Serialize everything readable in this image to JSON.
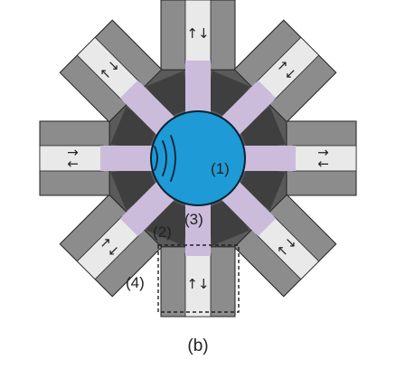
{
  "labels": {
    "center": "(1)",
    "junction": "(2)",
    "waveguide": "(3)",
    "port": "(4)",
    "caption": "(b)"
  },
  "arrow_glyphs": {
    "vertical": "↑↓",
    "horizontal_right": "→",
    "horizontal_left": "←"
  },
  "colors": {
    "center_disk": "#1e9ad6",
    "center_stroke": "#0b2233",
    "octagon": "#5a5a5a",
    "trapezoid": "#3f3f3f",
    "waveguide": "#cbbcdc",
    "arm_outer": "#8c8c8c",
    "arm_inner": "#e9e9e9",
    "outline": "#222222"
  }
}
